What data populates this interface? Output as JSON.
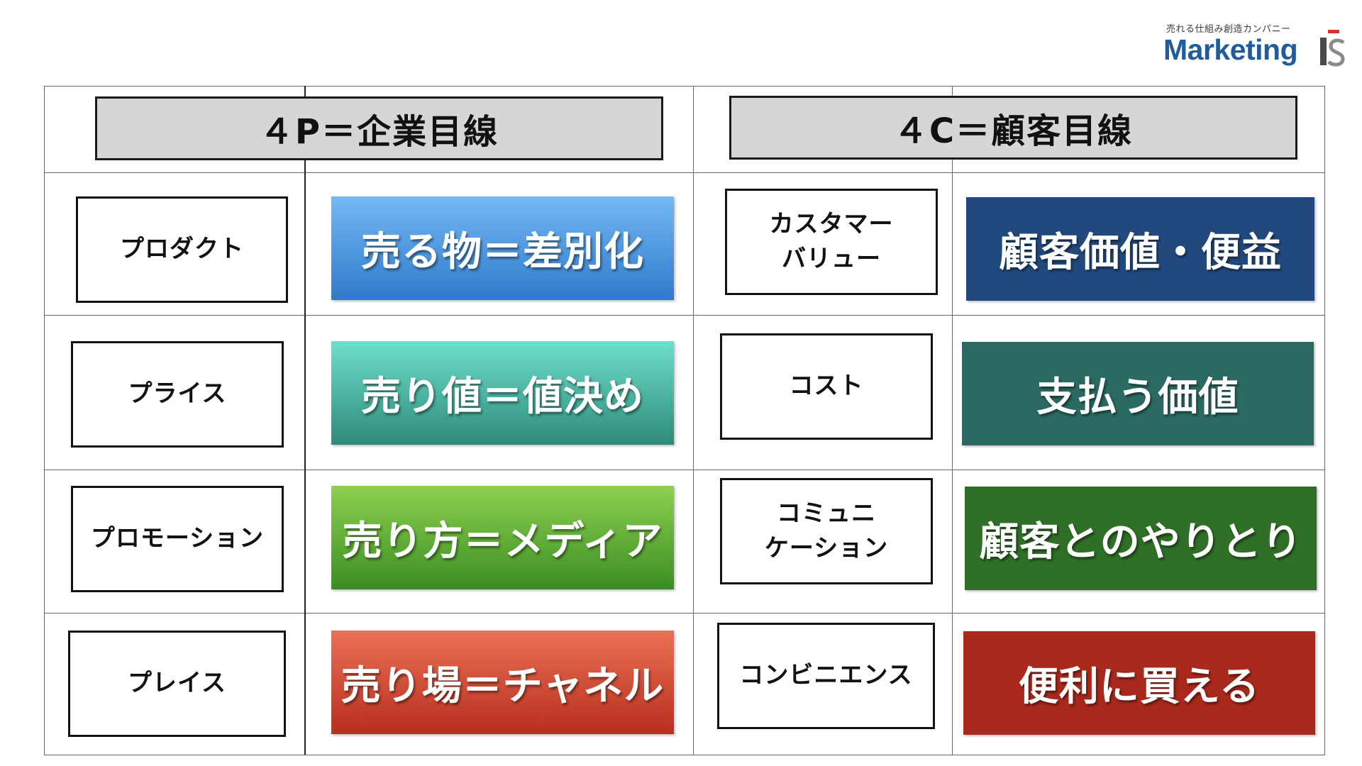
{
  "logo": {
    "tagline": "売れる仕組み創造カンパニー",
    "wordmark": "Marketing",
    "mark_colors": {
      "accent": "#e0322a",
      "grey": "#555555"
    }
  },
  "headers": {
    "p4": "４P＝企業目線",
    "c4": "４C＝顧客目線"
  },
  "rows": [
    {
      "p_label": "プロダクト",
      "p_value": "売る物＝差別化",
      "c_label": "カスタマー\nバリュー",
      "c_value": "顧客価値・便益"
    },
    {
      "p_label": "プライス",
      "p_value": "売り値＝値決め",
      "c_label": "コスト",
      "c_value": "支払う価値"
    },
    {
      "p_label": "プロモーション",
      "p_value": "売り方＝メディア",
      "c_label": "コミュニ\nケーション",
      "c_value": "顧客とのやりとり"
    },
    {
      "p_label": "プレイス",
      "p_value": "売り場＝チャネル",
      "c_label": "コンビニエンス",
      "c_value": "便利に買える"
    }
  ],
  "colors": {
    "p_values": [
      "#3f8fda",
      "#48b8a6",
      "#5fae35",
      "#d44a34"
    ],
    "c_values": [
      "#22497e",
      "#2b6a63",
      "#2f6f27",
      "#a9291c"
    ]
  }
}
